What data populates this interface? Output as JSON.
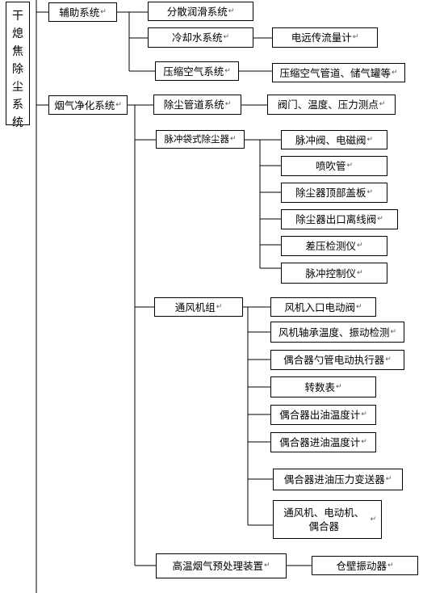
{
  "root": {
    "chars": [
      "干",
      "熄",
      "焦",
      "除",
      "尘",
      "系",
      "统"
    ]
  },
  "level1": {
    "aux": "辅助系统",
    "flue": "烟气净化系统"
  },
  "aux_children": {
    "lube": "分散润滑系统",
    "cooling": "冷却水系统",
    "air": "压缩空气系统"
  },
  "aux_leaves": {
    "flowmeter": "电远传流量计",
    "air_pipe": "压缩空气管道、储气罐等"
  },
  "flue_children": {
    "duct": "除尘管道系统",
    "bag": "脉冲袋式除尘器",
    "fan": "通风机组",
    "pre": "高温烟气预处理装置"
  },
  "duct_leaves": {
    "valves": "阀门、温度、压力测点"
  },
  "bag_leaves": [
    "脉冲阀、电磁阀",
    "喷吹管",
    "除尘器顶部盖板",
    "除尘器出口离线阀",
    "差压检测仪",
    "脉冲控制仪"
  ],
  "fan_leaves": [
    "风机入口电动阀",
    "风机轴承温度、振动检测",
    "偶合器勺管电动执行器",
    "转数表",
    "偶合器出油温度计",
    "偶合器进油温度计",
    "偶合器进油压力变送器",
    "通风机、电动机、偶合器"
  ],
  "pre_leaves": {
    "vibrator": "仓壁振动器"
  },
  "paragraph_mark": "↵"
}
